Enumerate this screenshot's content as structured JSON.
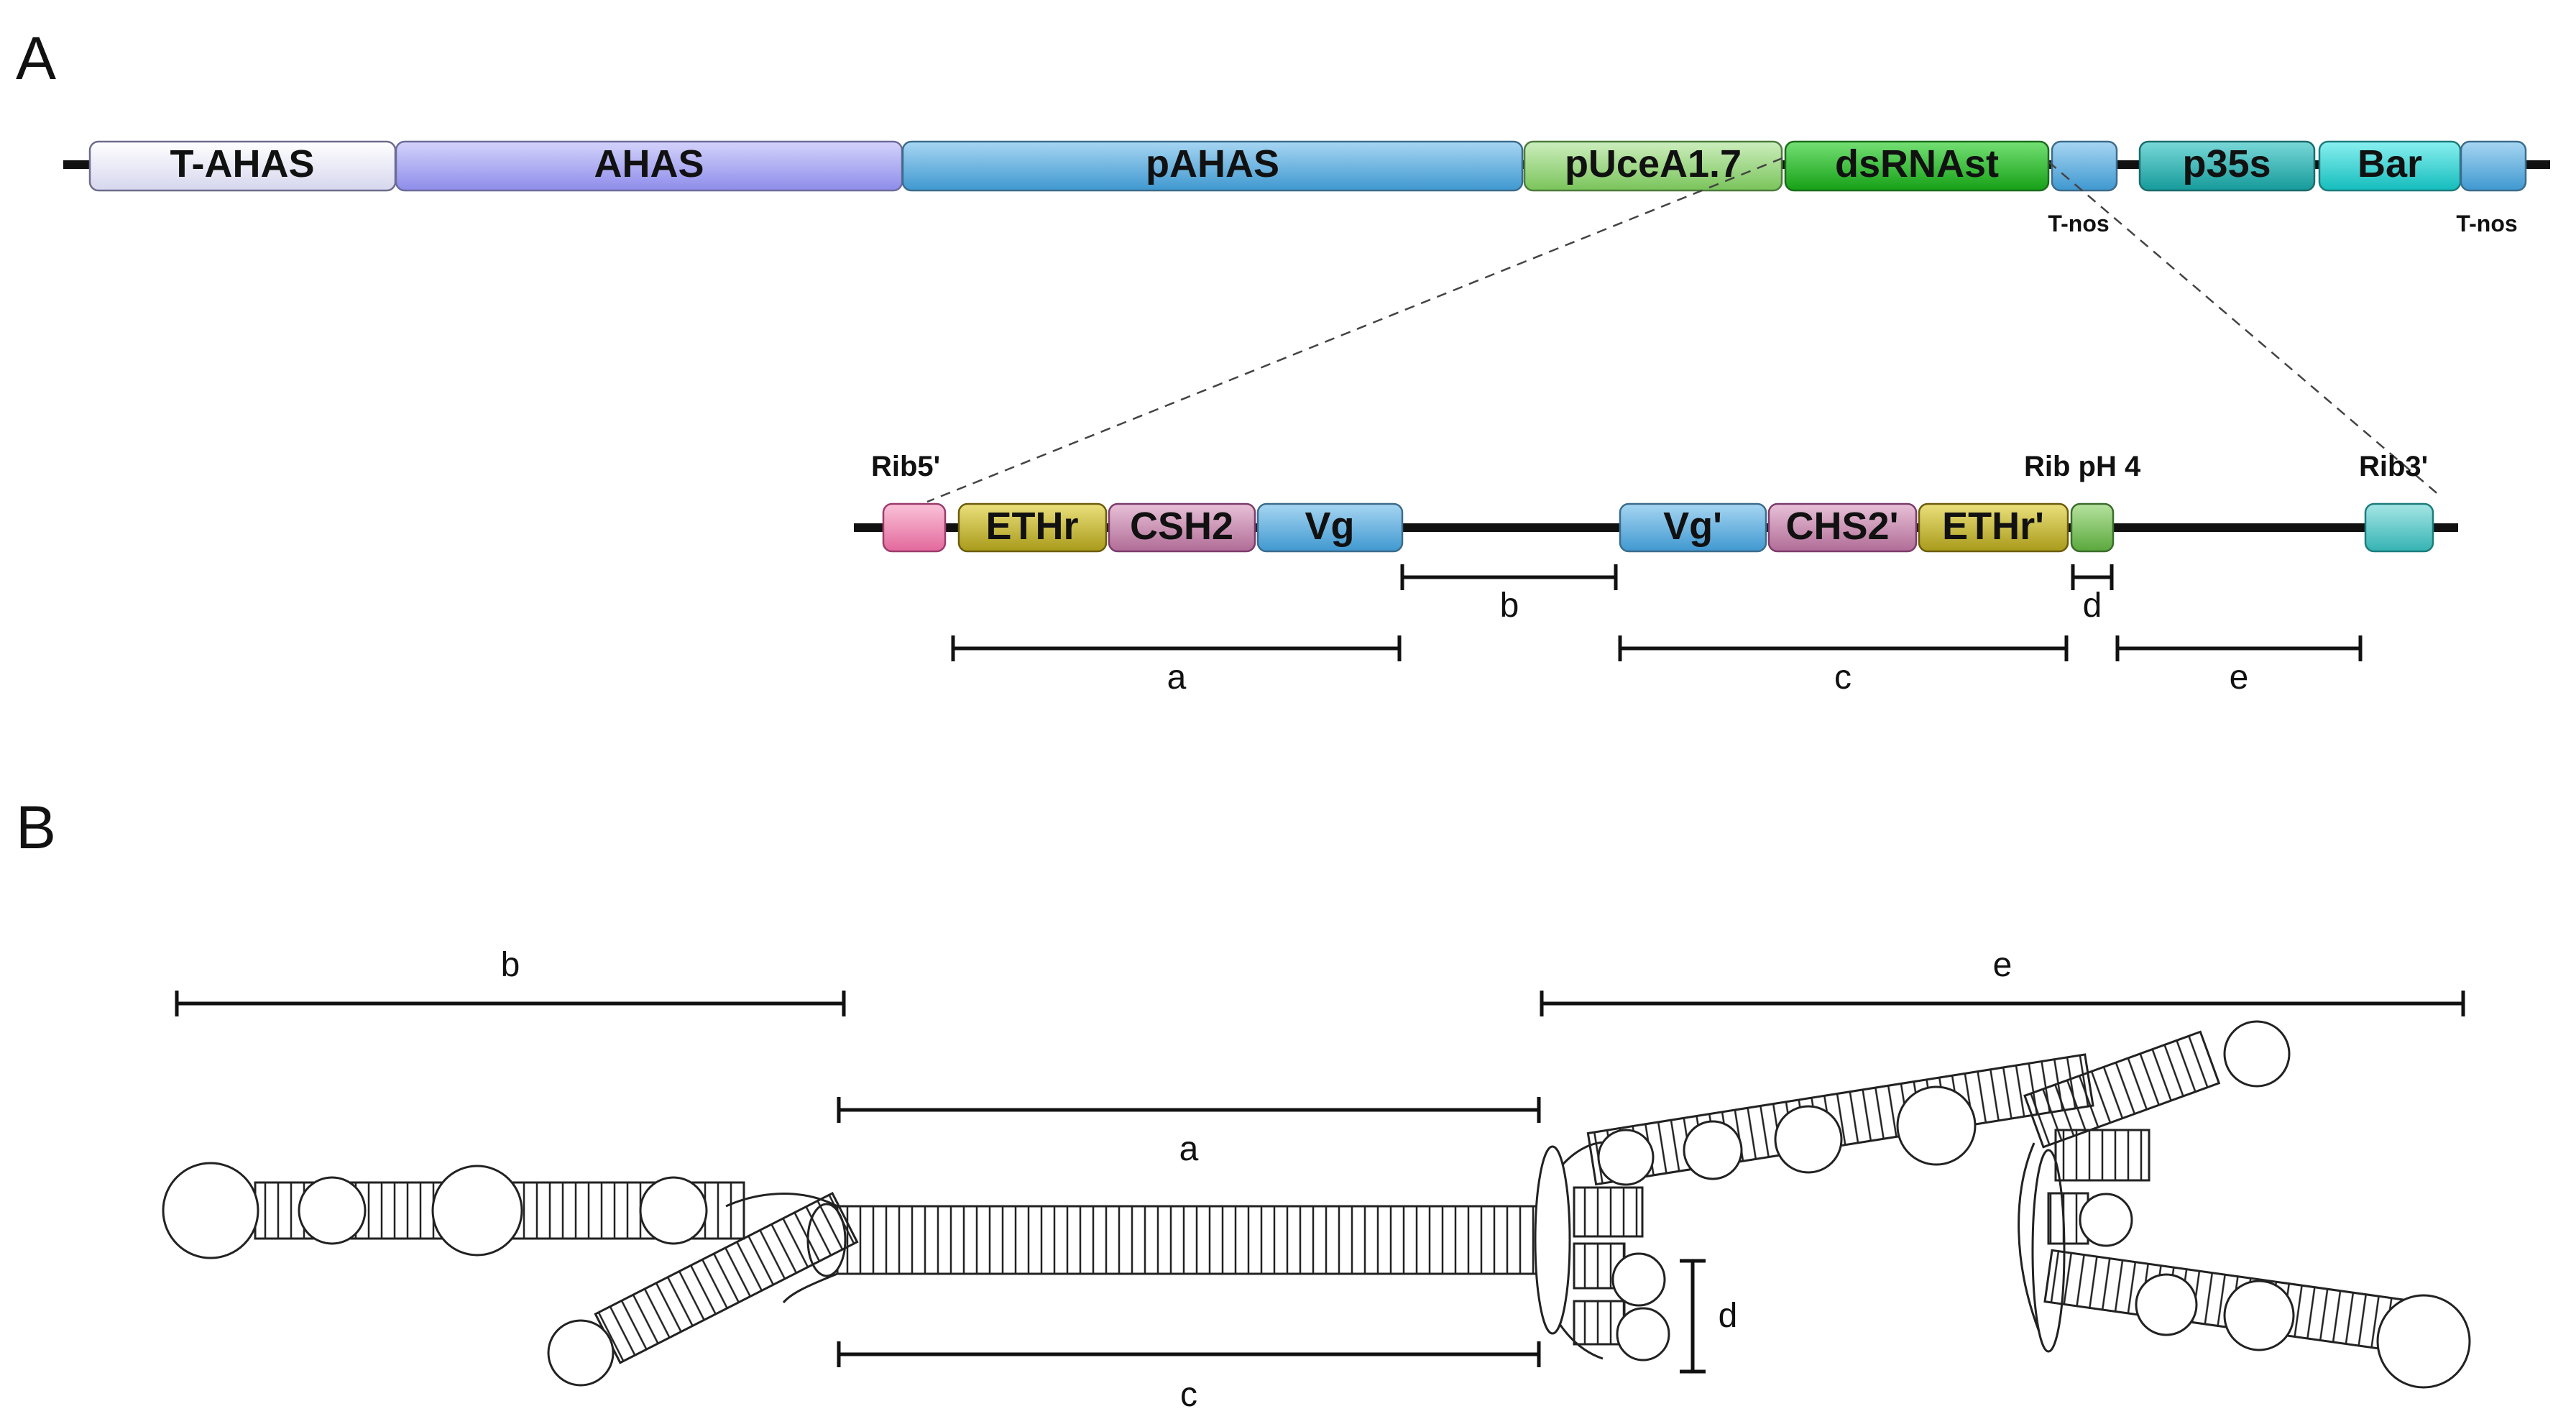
{
  "panels": {
    "a": "A",
    "b": "B"
  },
  "construct": {
    "segments": [
      {
        "id": "t_ahas",
        "label": "T-AHAS",
        "color": "#ffffff"
      },
      {
        "id": "ahas",
        "label": "AHAS",
        "color": "#a9a8f5"
      },
      {
        "id": "pahas",
        "label": "pAHAS",
        "color": "#63b0e0"
      },
      {
        "id": "puce",
        "label": "pUceA1.7",
        "color": "#9fd880"
      },
      {
        "id": "dsrna",
        "label": "dsRNAst",
        "color": "#2fbf2f"
      },
      {
        "id": "tnos1",
        "label": "",
        "color": "#63b0e0"
      },
      {
        "id": "p35s",
        "label": "p35s",
        "color": "#25b8b8"
      },
      {
        "id": "bar",
        "label": "Bar",
        "color": "#2fd6d6"
      },
      {
        "id": "tnos2",
        "label": "",
        "color": "#63b0e0"
      }
    ],
    "below_labels": {
      "tnos1": "T-nos",
      "tnos2": "T-nos"
    }
  },
  "insert": {
    "segments": [
      {
        "id": "rib5",
        "label": "",
        "color": "#f08cb4"
      },
      {
        "id": "ethr",
        "label": "ETHr",
        "color": "#c3b42c"
      },
      {
        "id": "csh2",
        "label": "CSH2",
        "color": "#c88cb0"
      },
      {
        "id": "vg",
        "label": "Vg",
        "color": "#5aaee0"
      },
      {
        "id": "vg2",
        "label": "Vg'",
        "color": "#5aaee0"
      },
      {
        "id": "chs2",
        "label": "CHS2'",
        "color": "#c88cb0"
      },
      {
        "id": "ethr2",
        "label": "ETHr'",
        "color": "#c3b42c"
      },
      {
        "id": "ribph",
        "label": "",
        "color": "#7cc060"
      },
      {
        "id": "rib3",
        "label": "",
        "color": "#4fc8c8"
      }
    ],
    "top_labels": {
      "rib5": "Rib5'",
      "ribph": "Rib pH 4",
      "rib3": "Rib3'"
    },
    "regions": {
      "a": "a",
      "b": "b",
      "c": "c",
      "d": "d",
      "e": "e"
    }
  },
  "structure": {
    "regions": {
      "a": "a",
      "b": "b",
      "c": "c",
      "d": "d",
      "e": "e"
    }
  }
}
